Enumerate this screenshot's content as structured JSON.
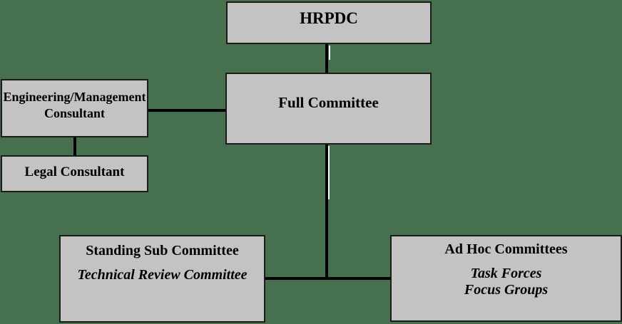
{
  "colors": {
    "background": "#47714e",
    "box_fill": "#c3c3c3",
    "box_border": "#1c1c1c",
    "connector": "#000000",
    "text": "#000000"
  },
  "nodes": {
    "hrpdc": {
      "label": "HRPDC"
    },
    "full_committee": {
      "label": "Full Committee"
    },
    "engineering_management_consultant": {
      "label_line1": "Engineering/Management",
      "label_line2": "Consultant"
    },
    "legal_consultant": {
      "label": "Legal Consultant"
    },
    "standing_sub_committee": {
      "label": "Standing Sub Committee",
      "sublabel": "Technical Review Committee"
    },
    "ad_hoc_committees": {
      "label": "Ad Hoc Committees",
      "sublabel_line1": "Task Forces",
      "sublabel_line2": "Focus Groups"
    }
  }
}
